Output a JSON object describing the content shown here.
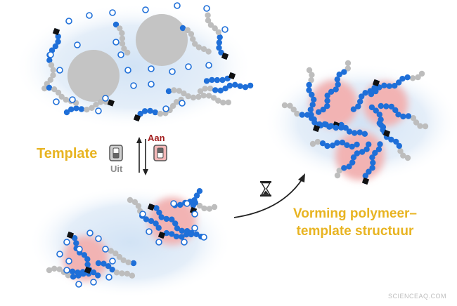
{
  "labels": {
    "template": "Template",
    "off": "Uit",
    "on": "Aan",
    "formation_line1": "Vorming polymeer–",
    "formation_line2": "template structuur"
  },
  "watermark": "SCIENCEAQ.COM",
  "colors": {
    "template_label": "#e8b422",
    "off_label": "#8e8e8e",
    "on_label": "#a31f1f",
    "monomer_blue": "#1f6fd8",
    "monomer_grey": "#bdbdbd",
    "template_pink": "#f2b3b3",
    "template_grey": "#c4c4c4",
    "cloud": "#dce9f6"
  },
  "icons": [
    "switch-off-icon",
    "switch-on-icon",
    "hourglass-icon",
    "arrow-up-icon",
    "arrow-down-icon",
    "curved-arrow-icon"
  ]
}
